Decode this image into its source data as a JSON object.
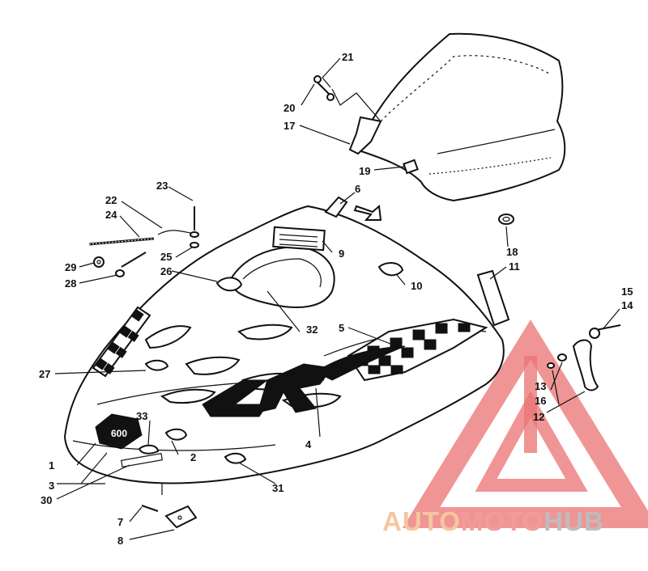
{
  "callouts": {
    "c1": "1",
    "c2": "2",
    "c3": "3",
    "c4": "4",
    "c5": "5",
    "c6": "6",
    "c7": "7",
    "c8": "8",
    "c9": "9",
    "c10": "10",
    "c11": "11",
    "c12": "12",
    "c13": "13",
    "c14": "14",
    "c15": "15",
    "c16": "16",
    "c17": "17",
    "c18": "18",
    "c19": "19",
    "c20": "20",
    "c21": "21",
    "c22": "22",
    "c23": "23",
    "c24": "24",
    "c25": "25",
    "c26": "26",
    "c27": "27",
    "c28": "28",
    "c29": "29",
    "c30": "30",
    "c31": "31",
    "c32": "32",
    "c33": "33"
  },
  "decals": {
    "model_badge": "600",
    "hood_graphic": "ZR"
  },
  "watermark": {
    "part1": "AUTO",
    "part2": "MOTO",
    "part3": "HUB",
    "color_auto": "#f5c6a0",
    "color_moto": "#f29b9b",
    "color_hub": "#bdbdbd",
    "logo_color": "#e85a5a"
  }
}
